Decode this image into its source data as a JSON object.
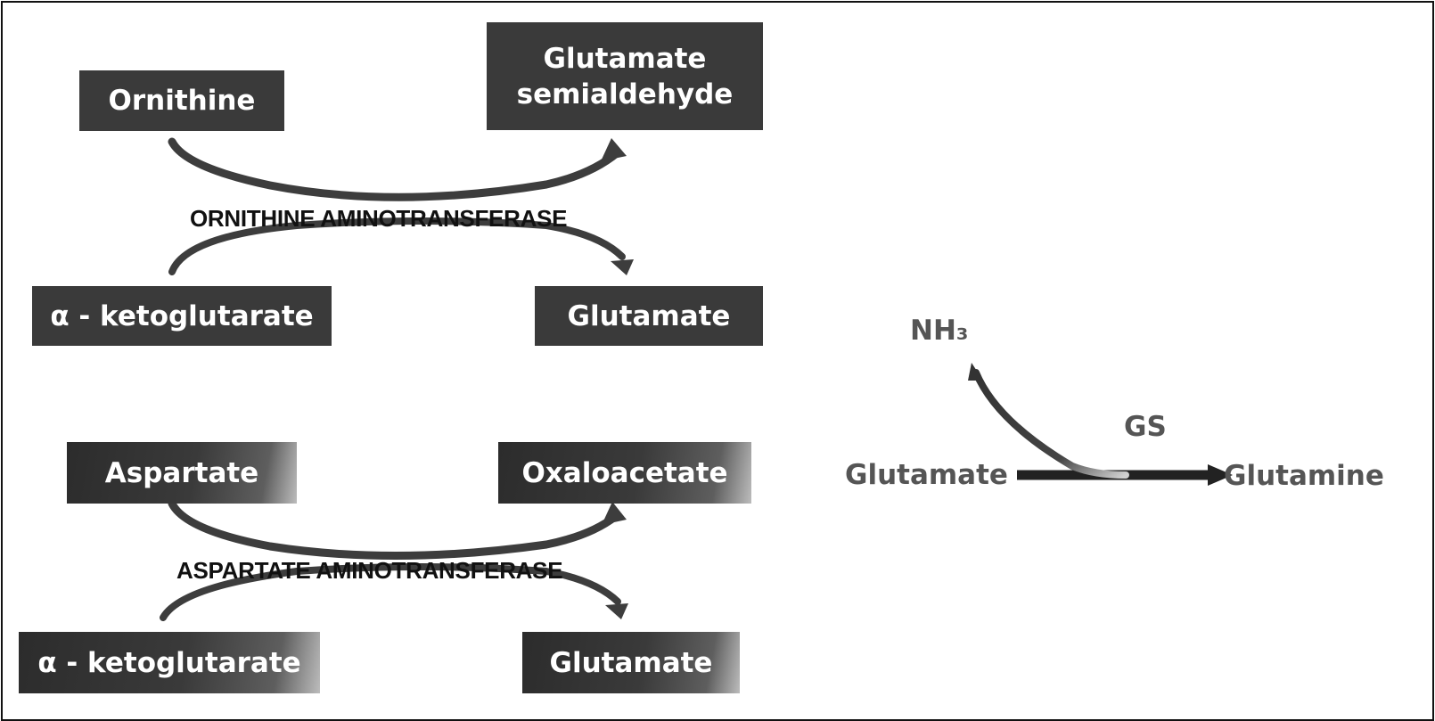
{
  "top": {
    "left_top": "Ornithine",
    "right_top_line1": "Glutamate",
    "right_top_line2": "semialdehyde",
    "enzyme": "ORNITHINE AMINOTRANSFERASE",
    "left_bottom": "α - ketoglutarate",
    "right_bottom": "Glutamate"
  },
  "bottom": {
    "left_top": "Aspartate",
    "right_top": "Oxaloacetate",
    "enzyme": "ASPARTATE AMINOTRANSFERASE",
    "left_bottom": "α - ketoglutarate",
    "right_bottom": "Glutamate"
  },
  "gs_reaction": {
    "cofactor": "NH₃",
    "enzyme": "GS",
    "substrate": "Glutamate",
    "product": "Glutamine"
  },
  "colors": {
    "box_fill": "#3a3a3a",
    "box_text": "#ffffff",
    "arrow": "#3d3d3d",
    "label": "#555555",
    "enzyme_text": "#111111"
  }
}
